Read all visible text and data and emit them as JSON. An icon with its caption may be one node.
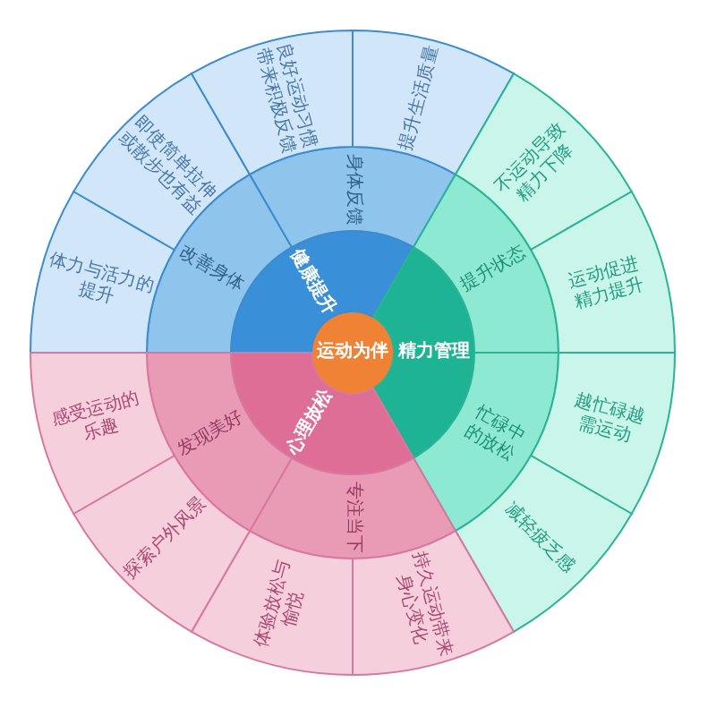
{
  "diagram": {
    "nodes": [
      {
        "text": [
          "运动为伴"
        ]
      },
      {
        "text": [
          "健康提升"
        ]
      },
      {
        "text": [
          "精力管理"
        ]
      },
      {
        "text": [
          "心理放松"
        ]
      },
      {
        "text": [
          "改善身体"
        ]
      },
      {
        "text": [
          "身体反馈"
        ]
      },
      {
        "text": [
          "提升状态"
        ]
      },
      {
        "text": [
          "忙碌中的放松"
        ]
      },
      {
        "text": [
          "专注当下"
        ]
      },
      {
        "text": [
          "发现美好"
        ]
      },
      {
        "text": [
          "体力与活力的提升"
        ]
      },
      {
        "text": [
          "即使简单拉伸或散步也有益"
        ]
      },
      {
        "text": [
          "良好运动习惯带来积极反馈"
        ]
      },
      {
        "text": [
          "提升生活质量"
        ]
      },
      {
        "text": [
          "不运动导致精力下降"
        ]
      },
      {
        "text": [
          "运动促进精力提升"
        ]
      },
      {
        "text": [
          "越忙碌越需运动"
        ]
      },
      {
        "text": [
          "减轻疲乏感"
        ]
      },
      {
        "text": [
          "持久运动带来身心变化"
        ]
      },
      {
        "text": [
          "体验放松与愉悦"
        ]
      },
      {
        "text": [
          "探索户外风景"
        ]
      },
      {
        "text": [
          "感受运动的乐趣"
        ]
      }
    ]
  }
}
